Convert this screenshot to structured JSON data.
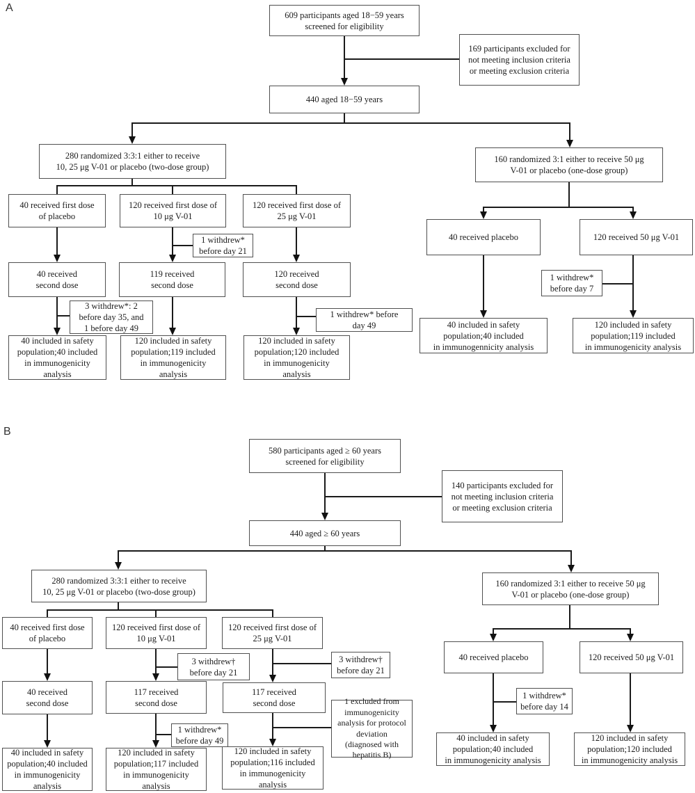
{
  "panel_a": {
    "label": "A",
    "screened": "609 participants aged 18−59 years\nscreened for eligibility",
    "excluded": "169 participants excluded for\nnot meeting inclusion criteria\nor meeting exclusion criteria",
    "aged": "440 aged 18−59 years",
    "randomized_two_dose": "280 randomized 3:3:1 either to receive\n10, 25 μg V-01 or placebo (two-dose group)",
    "randomized_one_dose": "160 randomized 3:1 either to receive 50 μg\nV-01 or placebo (one-dose group)",
    "placebo_first": "40 received first dose\nof placebo",
    "dose10_first": "120 received first dose of\n10 μg V-01",
    "dose25_first": "120 received first dose of\n25 μg V-01",
    "withdrew_day21": "1 withdrew*\nbefore day 21",
    "placebo_second": "40 received\nsecond dose",
    "dose10_second": "119 received\nsecond dose",
    "dose25_second": "120 received\nsecond dose",
    "withdrew_day35_49": "3 withdrew*: 2\nbefore day 35, and\n1 before day 49",
    "withdrew_day49": "1 withdrew* before\nday 49",
    "placebo_safety": "40 included in safety\npopulation;40 included\nin immunogenicity\nanalysis",
    "dose10_safety": "120 included in safety\npopulation;119 included\nin immunogenicity\nanalysis",
    "dose25_safety": "120 included in safety\npopulation;120 included\nin immunogenicity\nanalysis",
    "placebo_one_received": "40  received placebo",
    "dose50_received": "120 received 50 μg V-01",
    "withdrew_day7": "1 withdrew*\nbefore day 7",
    "placebo_one_safety": "40 included in safety\npopulation;40 included\nin immunogennicity analysis",
    "dose50_safety": "120 included in safety\npopulation;119 included\nin immunogenicity analysis"
  },
  "panel_b": {
    "label": "B",
    "screened": "580 participants aged ≥ 60 years\nscreened for eligibility",
    "excluded": "140 participants excluded for\nnot meeting inclusion criteria\nor meeting exclusion criteria",
    "aged": "440 aged ≥ 60 years",
    "randomized_two_dose": "280 randomized 3:3:1 either to receive\n10, 25 μg V-01 or placebo (two-dose group)",
    "randomized_one_dose": "160 randomized 3:1 either to receive 50 μg\nV-01 or placebo (one-dose group)",
    "placebo_first": "40 received first dose\nof placebo",
    "dose10_first": "120 received first dose of\n10 μg V-01",
    "dose25_first": "120 received first dose of\n25 μg V-01",
    "withdrew10_day21": "3 withdrew†\nbefore day 21",
    "withdrew25_day21": "3 withdrew†\nbefore day 21",
    "placebo_second": "40 received\nsecond dose",
    "dose10_second": "117 received\nsecond dose",
    "dose25_second": "117 received\nsecond dose",
    "withdrew_day49": "1 withdrew*\nbefore day 49",
    "excluded_hepatitis": "1 excluded from\nimmunogenicity\nanalysis for protocol\ndeviation\n(diagnosed with\nhepatitis B)",
    "placebo_safety": "40 included in safety\npopulation;40 included\nin immunogenicity\nanalysis",
    "dose10_safety": "120 included in safety\npopulation;117 included\nin immunogenicity\nanalysis",
    "dose25_safety": "120 included in safety\npopulation;116 included\nin immunogenicity\nanalysis",
    "placebo_one_received": "40  received placebo",
    "dose50_received": "120 received 50 μg V-01",
    "withdrew_day14": "1 withdrew*\nbefore day 14",
    "placebo_one_safety": "40 included in safety\npopulation;40 included\nin immunogenicity analysis",
    "dose50_safety": "120 included in safety\npopulation;120 included\nin immunogenicity analysis"
  }
}
